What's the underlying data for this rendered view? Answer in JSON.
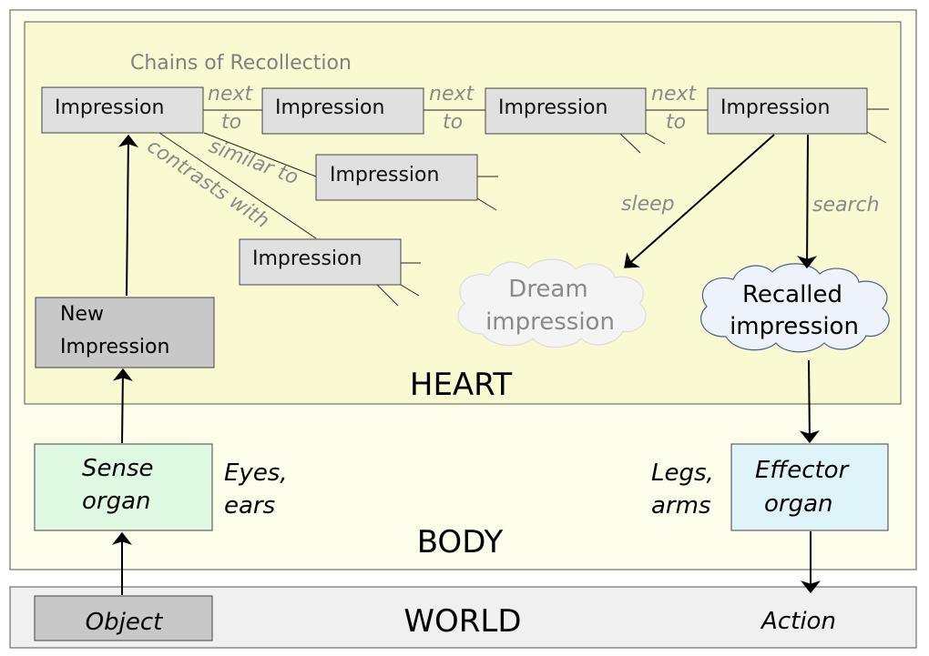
{
  "chains_title": "Chains of Recollection",
  "impression_label": "Impression",
  "new_impression": {
    "line1": "New",
    "line2": "Impression"
  },
  "link_labels": {
    "next": "next",
    "to": "to",
    "similar_to": "similar to",
    "contrasts_with": "contrasts with",
    "sleep": "sleep",
    "search": "search"
  },
  "dream_impression": {
    "line1": "Dream",
    "line2": "impression"
  },
  "recalled_impression": {
    "line1": "Recalled",
    "line2": "impression"
  },
  "regions": {
    "heart": "HEART",
    "body": "BODY",
    "world": "WORLD"
  },
  "sense_organ": {
    "line1": "Sense",
    "line2": "organ"
  },
  "sense_examples": {
    "line1": "Eyes,",
    "line2": "ears"
  },
  "effector_organ": {
    "line1": "Effector",
    "line2": "organ"
  },
  "effector_examples": {
    "line1": "Legs,",
    "line2": "arms"
  },
  "object_label": "Object",
  "action_label": "Action",
  "colors": {
    "body_fill": "#fdfdec",
    "heart_fill": "#fafad2",
    "world_fill": "#f0f0f0",
    "impression_fill": "#e0e0e0",
    "new_impression_fill": "#c8c8c8",
    "sense_fill": "#dff9e3",
    "effector_fill": "#dff4f9",
    "dream_fill": "#f4f4f4",
    "recalled_fill": "#eef3fb",
    "label_gray": "#8a8a8a"
  }
}
